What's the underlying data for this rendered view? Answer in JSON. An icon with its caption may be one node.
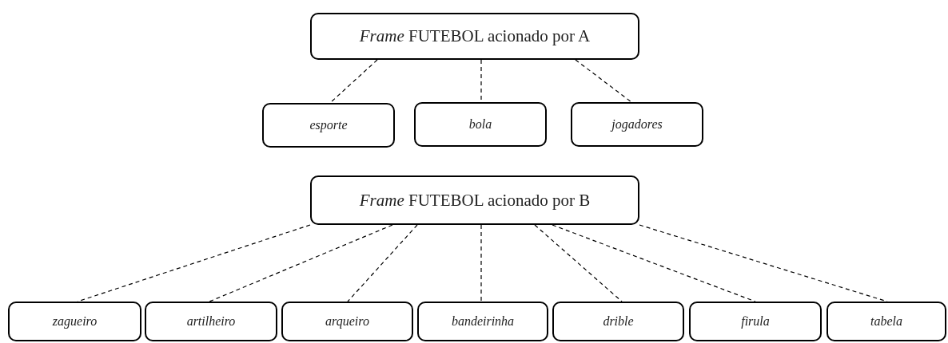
{
  "diagram": {
    "nodes": [
      {
        "text": [
          "*Frame* FUTEBOL acionado por A"
        ]
      },
      {
        "text": [
          "esporte"
        ]
      },
      {
        "text": [
          "bola"
        ]
      },
      {
        "text": [
          "jogadores"
        ]
      },
      {
        "text": [
          "*Frame* FUTEBOL acionado por B"
        ]
      },
      {
        "text": [
          "zagueiro"
        ]
      },
      {
        "text": [
          "artilheiro"
        ]
      },
      {
        "text": [
          "arqueiro"
        ]
      },
      {
        "text": [
          "bandeirinha"
        ]
      },
      {
        "text": [
          "drible"
        ]
      },
      {
        "text": [
          "firula"
        ]
      },
      {
        "text": [
          "tabela"
        ]
      }
    ],
    "edges": [
      {
        "from": 0,
        "to": 1,
        "arrow": "none",
        "style": "dashed"
      },
      {
        "from": 0,
        "to": 2,
        "arrow": "none",
        "style": "dashed"
      },
      {
        "from": 0,
        "to": 3,
        "arrow": "none",
        "style": "dashed"
      },
      {
        "from": 4,
        "to": 5,
        "arrow": "none",
        "style": "dashed"
      },
      {
        "from": 4,
        "to": 6,
        "arrow": "none",
        "style": "dashed"
      },
      {
        "from": 4,
        "to": 7,
        "arrow": "none",
        "style": "dashed"
      },
      {
        "from": 4,
        "to": 8,
        "arrow": "none",
        "style": "dashed"
      },
      {
        "from": 4,
        "to": 9,
        "arrow": "none",
        "style": "dashed"
      },
      {
        "from": 4,
        "to": 10,
        "arrow": "none",
        "style": "dashed"
      },
      {
        "from": 4,
        "to": 11,
        "arrow": "none",
        "style": "dashed"
      }
    ]
  }
}
